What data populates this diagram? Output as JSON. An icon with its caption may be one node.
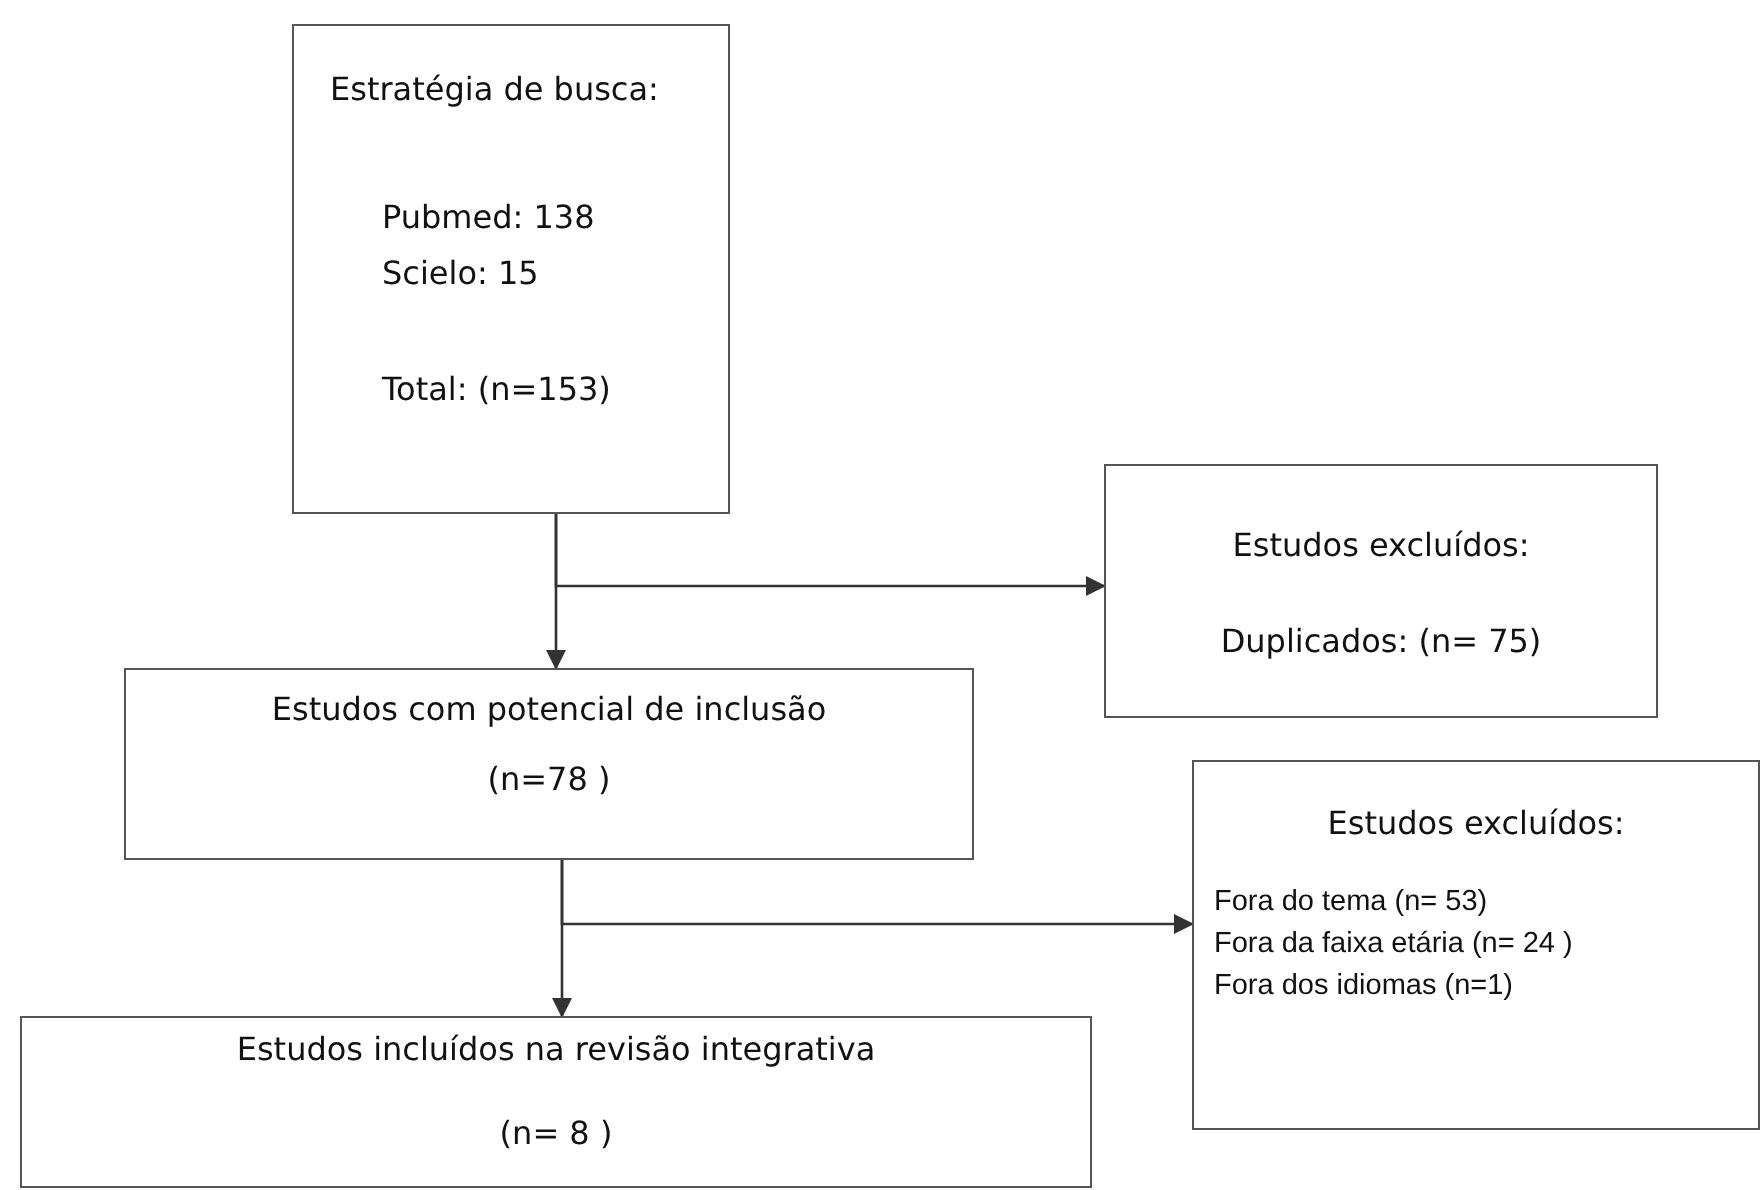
{
  "diagram": {
    "nodes": [
      {
        "text": [
          "Estratégia de busca:",
          "Pubmed: 138",
          "Scielo: 15",
          "Total: (n=153)"
        ]
      },
      {
        "text": [
          "Estudos excluídos:",
          "Duplicados: (n= 75)"
        ]
      },
      {
        "text": [
          "Estudos com potencial de inclusão",
          "(n=78 )"
        ]
      },
      {
        "text": [
          "Estudos excluídos:",
          "Fora do tema (n= 53)",
          "Fora da faixa etária (n= 24 )",
          "Fora dos idiomas (n=1)"
        ]
      },
      {
        "text": [
          "Estudos incluídos na revisão integrativa",
          "(n= 8 )"
        ]
      }
    ],
    "edges": [
      {
        "from": 0,
        "to": 2,
        "arrow": "to"
      },
      {
        "from": 0,
        "to": 1,
        "arrow": "to"
      },
      {
        "from": 2,
        "to": 4,
        "arrow": "to"
      },
      {
        "from": 2,
        "to": 3,
        "arrow": "to"
      }
    ]
  }
}
